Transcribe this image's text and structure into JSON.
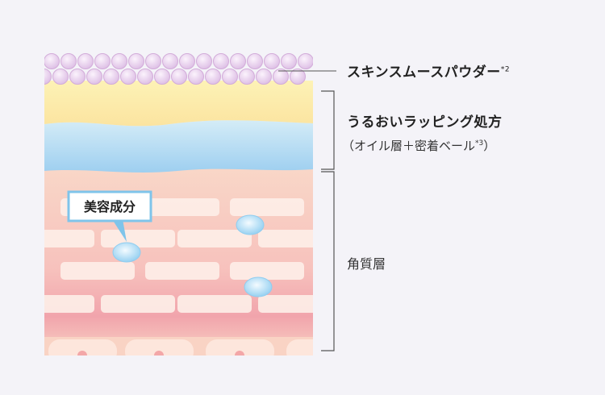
{
  "labels": {
    "powder": "スキンスムースパウダー",
    "powder_note": "*2",
    "wrapping": "うるおいラッピング処方",
    "wrapping_sub": "（オイル層＋密着ベール",
    "wrapping_note": "*3",
    "wrapping_close": "）",
    "callout": "美容成分",
    "stratum": "角質層"
  },
  "colors": {
    "background": "#f4f3f8",
    "powder": "#e2c4e8",
    "oil": "#fbe7a4",
    "veil": "#bde0f5",
    "skin": "#f9d3c4",
    "cell": "#fdeee7",
    "ingredient": "#bfe6f8"
  }
}
